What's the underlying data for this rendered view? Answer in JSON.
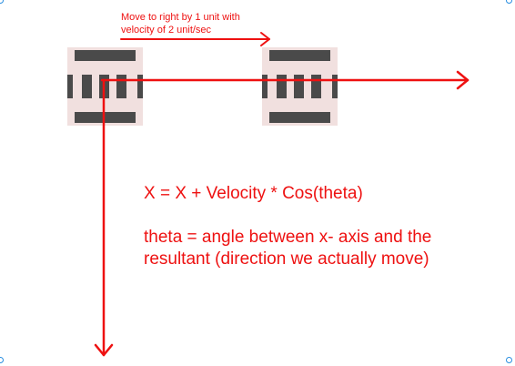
{
  "annotations": {
    "move_note": "Move to right by 1 unit with\nvelocity of 2 unit/sec",
    "formula": "X = X + Velocity * Cos(theta)",
    "theta_definition": "theta = angle between x- axis and the\nresultant (direction we actually move)"
  },
  "colors": {
    "annotation": "#ee1111",
    "sprite_bg": "#f1e0df",
    "sprite_block": "#4a4a4a",
    "selection_handle": "#2a8fe0"
  },
  "sprites": [
    {
      "name": "sprite-start-position",
      "state": "start"
    },
    {
      "name": "sprite-end-position",
      "state": "end"
    }
  ]
}
